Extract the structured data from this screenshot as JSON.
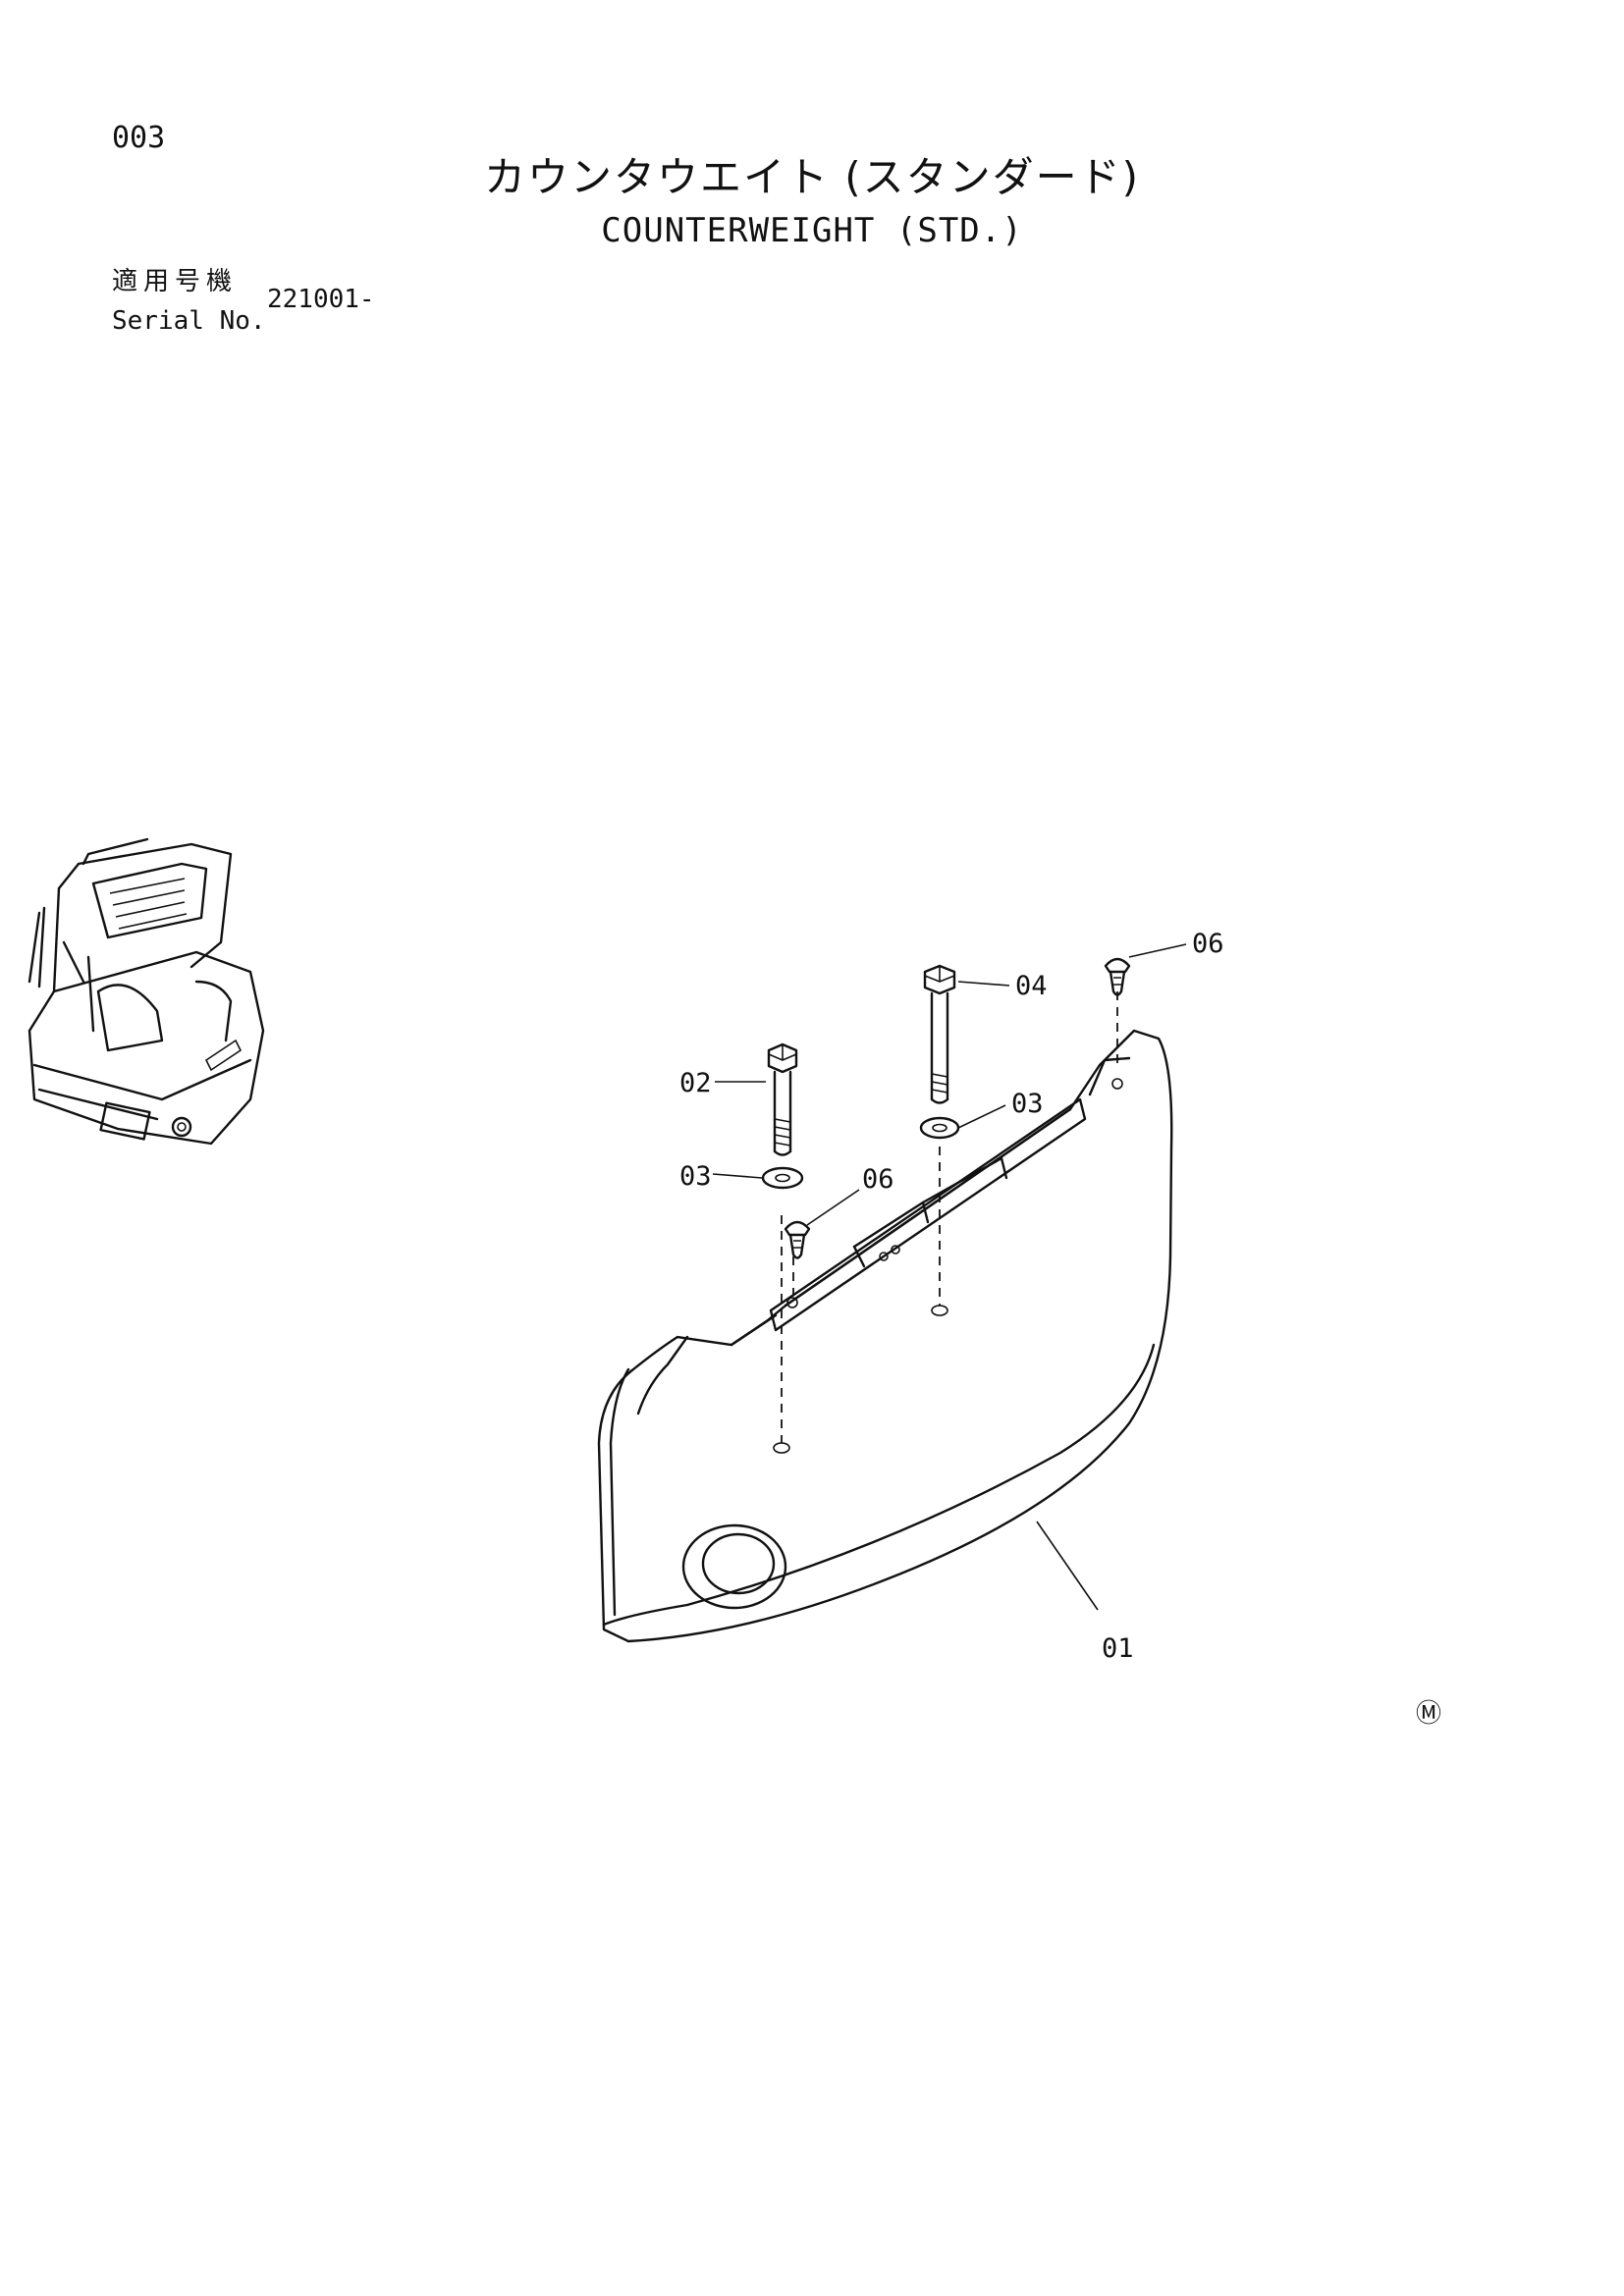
{
  "page": {
    "number": "003"
  },
  "title": {
    "japanese": "カウンタウエイト (スタンダード)",
    "english": "COUNTERWEIGHT (STD.)"
  },
  "serial": {
    "label_japanese": "適用号機",
    "label_english": "Serial No.",
    "value": "221001-"
  },
  "callouts": {
    "p01": "01",
    "p02": "02",
    "p03a": "03",
    "p03b": "03",
    "p04": "04",
    "p06a": "06",
    "p06b": "06"
  },
  "mark": "Ⓜ"
}
